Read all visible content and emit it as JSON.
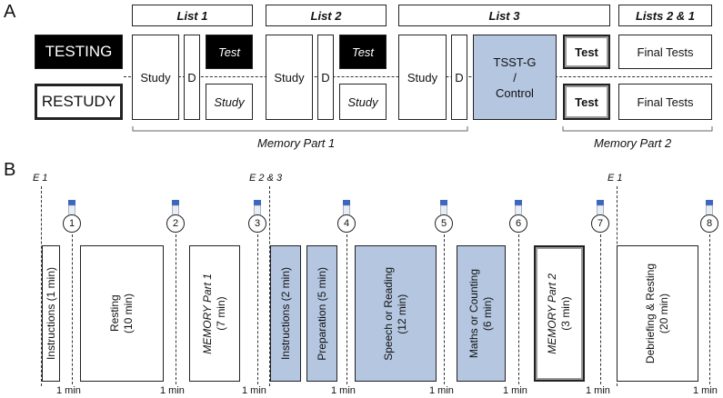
{
  "panel_a": {
    "label": "A",
    "list_headers": [
      "List 1",
      "List 2",
      "List 3",
      "Lists 2 & 1"
    ],
    "conditions": {
      "testing": "TESTING",
      "restudy": "RESTUDY"
    },
    "study": "Study",
    "delay": "D",
    "test_italic": "Test",
    "study_italic": "Study",
    "tsst": {
      "line1": "TSST-G",
      "line2": "/",
      "line3": "Control"
    },
    "test_bold": "Test",
    "final_tests": "Final Tests",
    "memory_part1": "Memory Part 1",
    "memory_part2": "Memory Part 2"
  },
  "panel_b": {
    "label": "B",
    "phase_labels": [
      "E 1",
      "E 2 & 3",
      "E 1"
    ],
    "samples": [
      "1",
      "2",
      "3",
      "4",
      "5",
      "6",
      "7",
      "8"
    ],
    "blocks": [
      {
        "text": "Instructions (1 min)"
      },
      {
        "line1": "Resting",
        "line2": "(10 min)"
      },
      {
        "line1": "MEMORY Part 1",
        "line2": "(7 min)"
      },
      {
        "text": "Instructions (2 min)"
      },
      {
        "text": "Preparation (5 min)"
      },
      {
        "line1": "Speech or Reading",
        "line2": "(12 min)"
      },
      {
        "line1": "Maths or Counting",
        "line2": "(6 min)"
      },
      {
        "line1": "MEMORY Part 2",
        "line2": "(3 min)"
      },
      {
        "line1": "Debriefing & Resting",
        "line2": "(20 min)"
      }
    ],
    "gap_label": "1 min",
    "colors": {
      "tsst_blue": "#b4c6e0",
      "tube_cap": "#3a66c4"
    }
  }
}
